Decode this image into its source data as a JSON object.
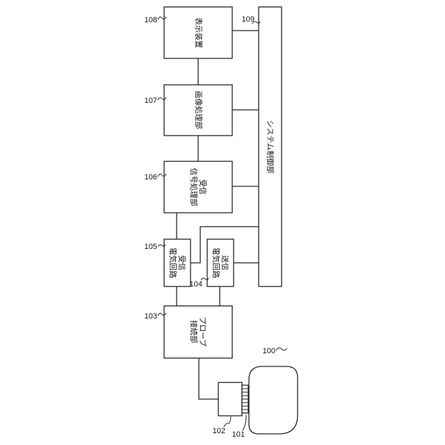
{
  "blocks": {
    "display": {
      "ref": "108",
      "lines": [
        "表示装置"
      ]
    },
    "image_processing": {
      "ref": "107",
      "lines": [
        "画像処理部"
      ]
    },
    "receive_signal_processing": {
      "ref": "106",
      "lines": [
        "受信",
        "信号処理部"
      ]
    },
    "receive_circuit": {
      "ref": "105",
      "lines": [
        "受信",
        "電気回路"
      ]
    },
    "transmit_circuit": {
      "ref": "104",
      "lines": [
        "送信",
        "電気回路"
      ]
    },
    "probe_connector": {
      "ref": "103",
      "lines": [
        "プローブ",
        "接続部"
      ]
    },
    "system_control": {
      "ref": "109",
      "lines": [
        "システム制御部"
      ]
    },
    "probe_body": {
      "ref": "100"
    },
    "probe_head": {
      "ref": "102"
    },
    "transducer_array": {
      "ref": "101"
    }
  }
}
